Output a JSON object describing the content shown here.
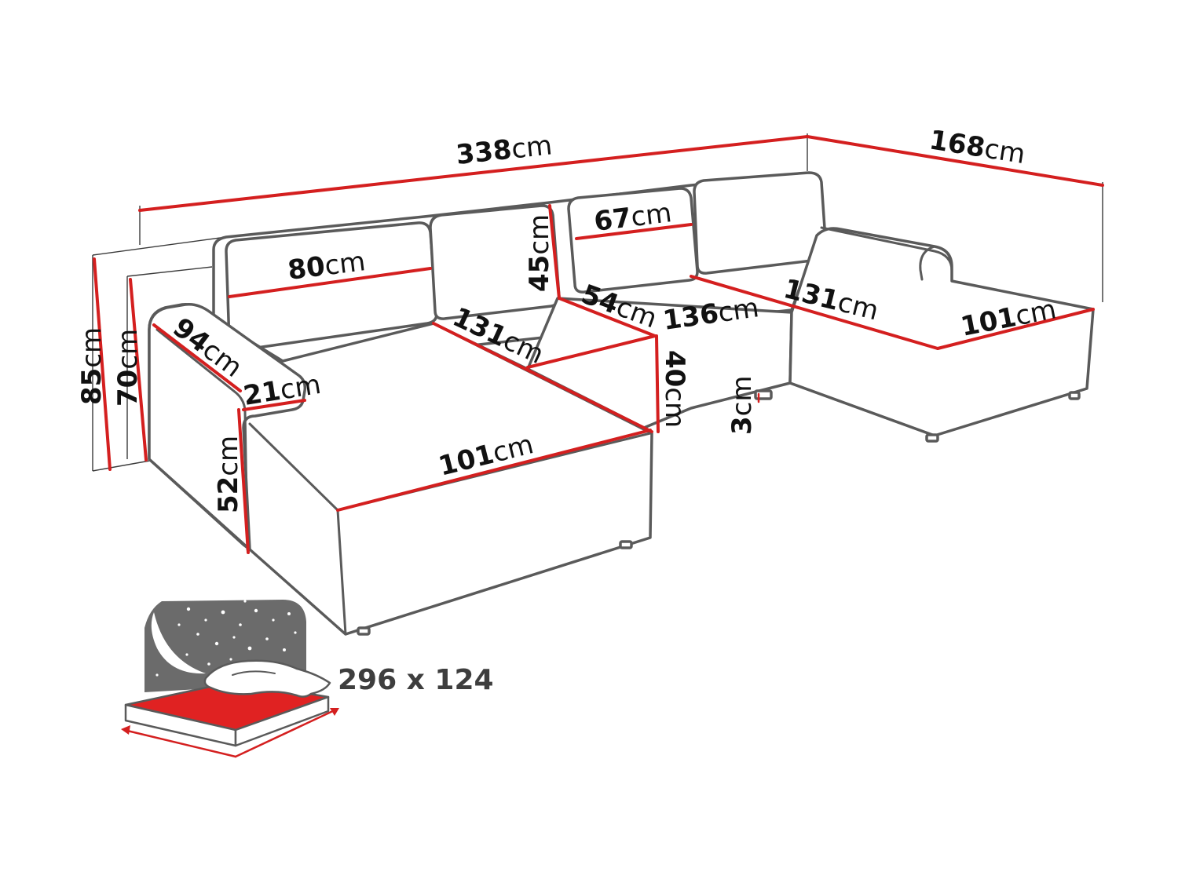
{
  "unit": "cm",
  "colors": {
    "accent": "#d41f1f",
    "outline": "#5a5a5a",
    "panel": "#6b6b6b"
  },
  "dimensions": {
    "total_width": "338",
    "right_depth": "168",
    "back_cushion_width": "80",
    "mid_cushion_height": "45",
    "right_cushion_width": "67",
    "armrest_length": "94",
    "armrest_width": "21",
    "total_height": "85",
    "back_height": "70",
    "arm_height": "52",
    "left_chaise_length": "131",
    "left_chaise_width": "101",
    "seat_depth": "54",
    "middle_seat_width": "136",
    "seat_height": "40",
    "leg_height": "3",
    "right_chaise_length": "131",
    "right_chaise_width": "101"
  },
  "sleeping_area": {
    "label": "296 x 124",
    "icon": "bed-with-night-sky-icon"
  }
}
